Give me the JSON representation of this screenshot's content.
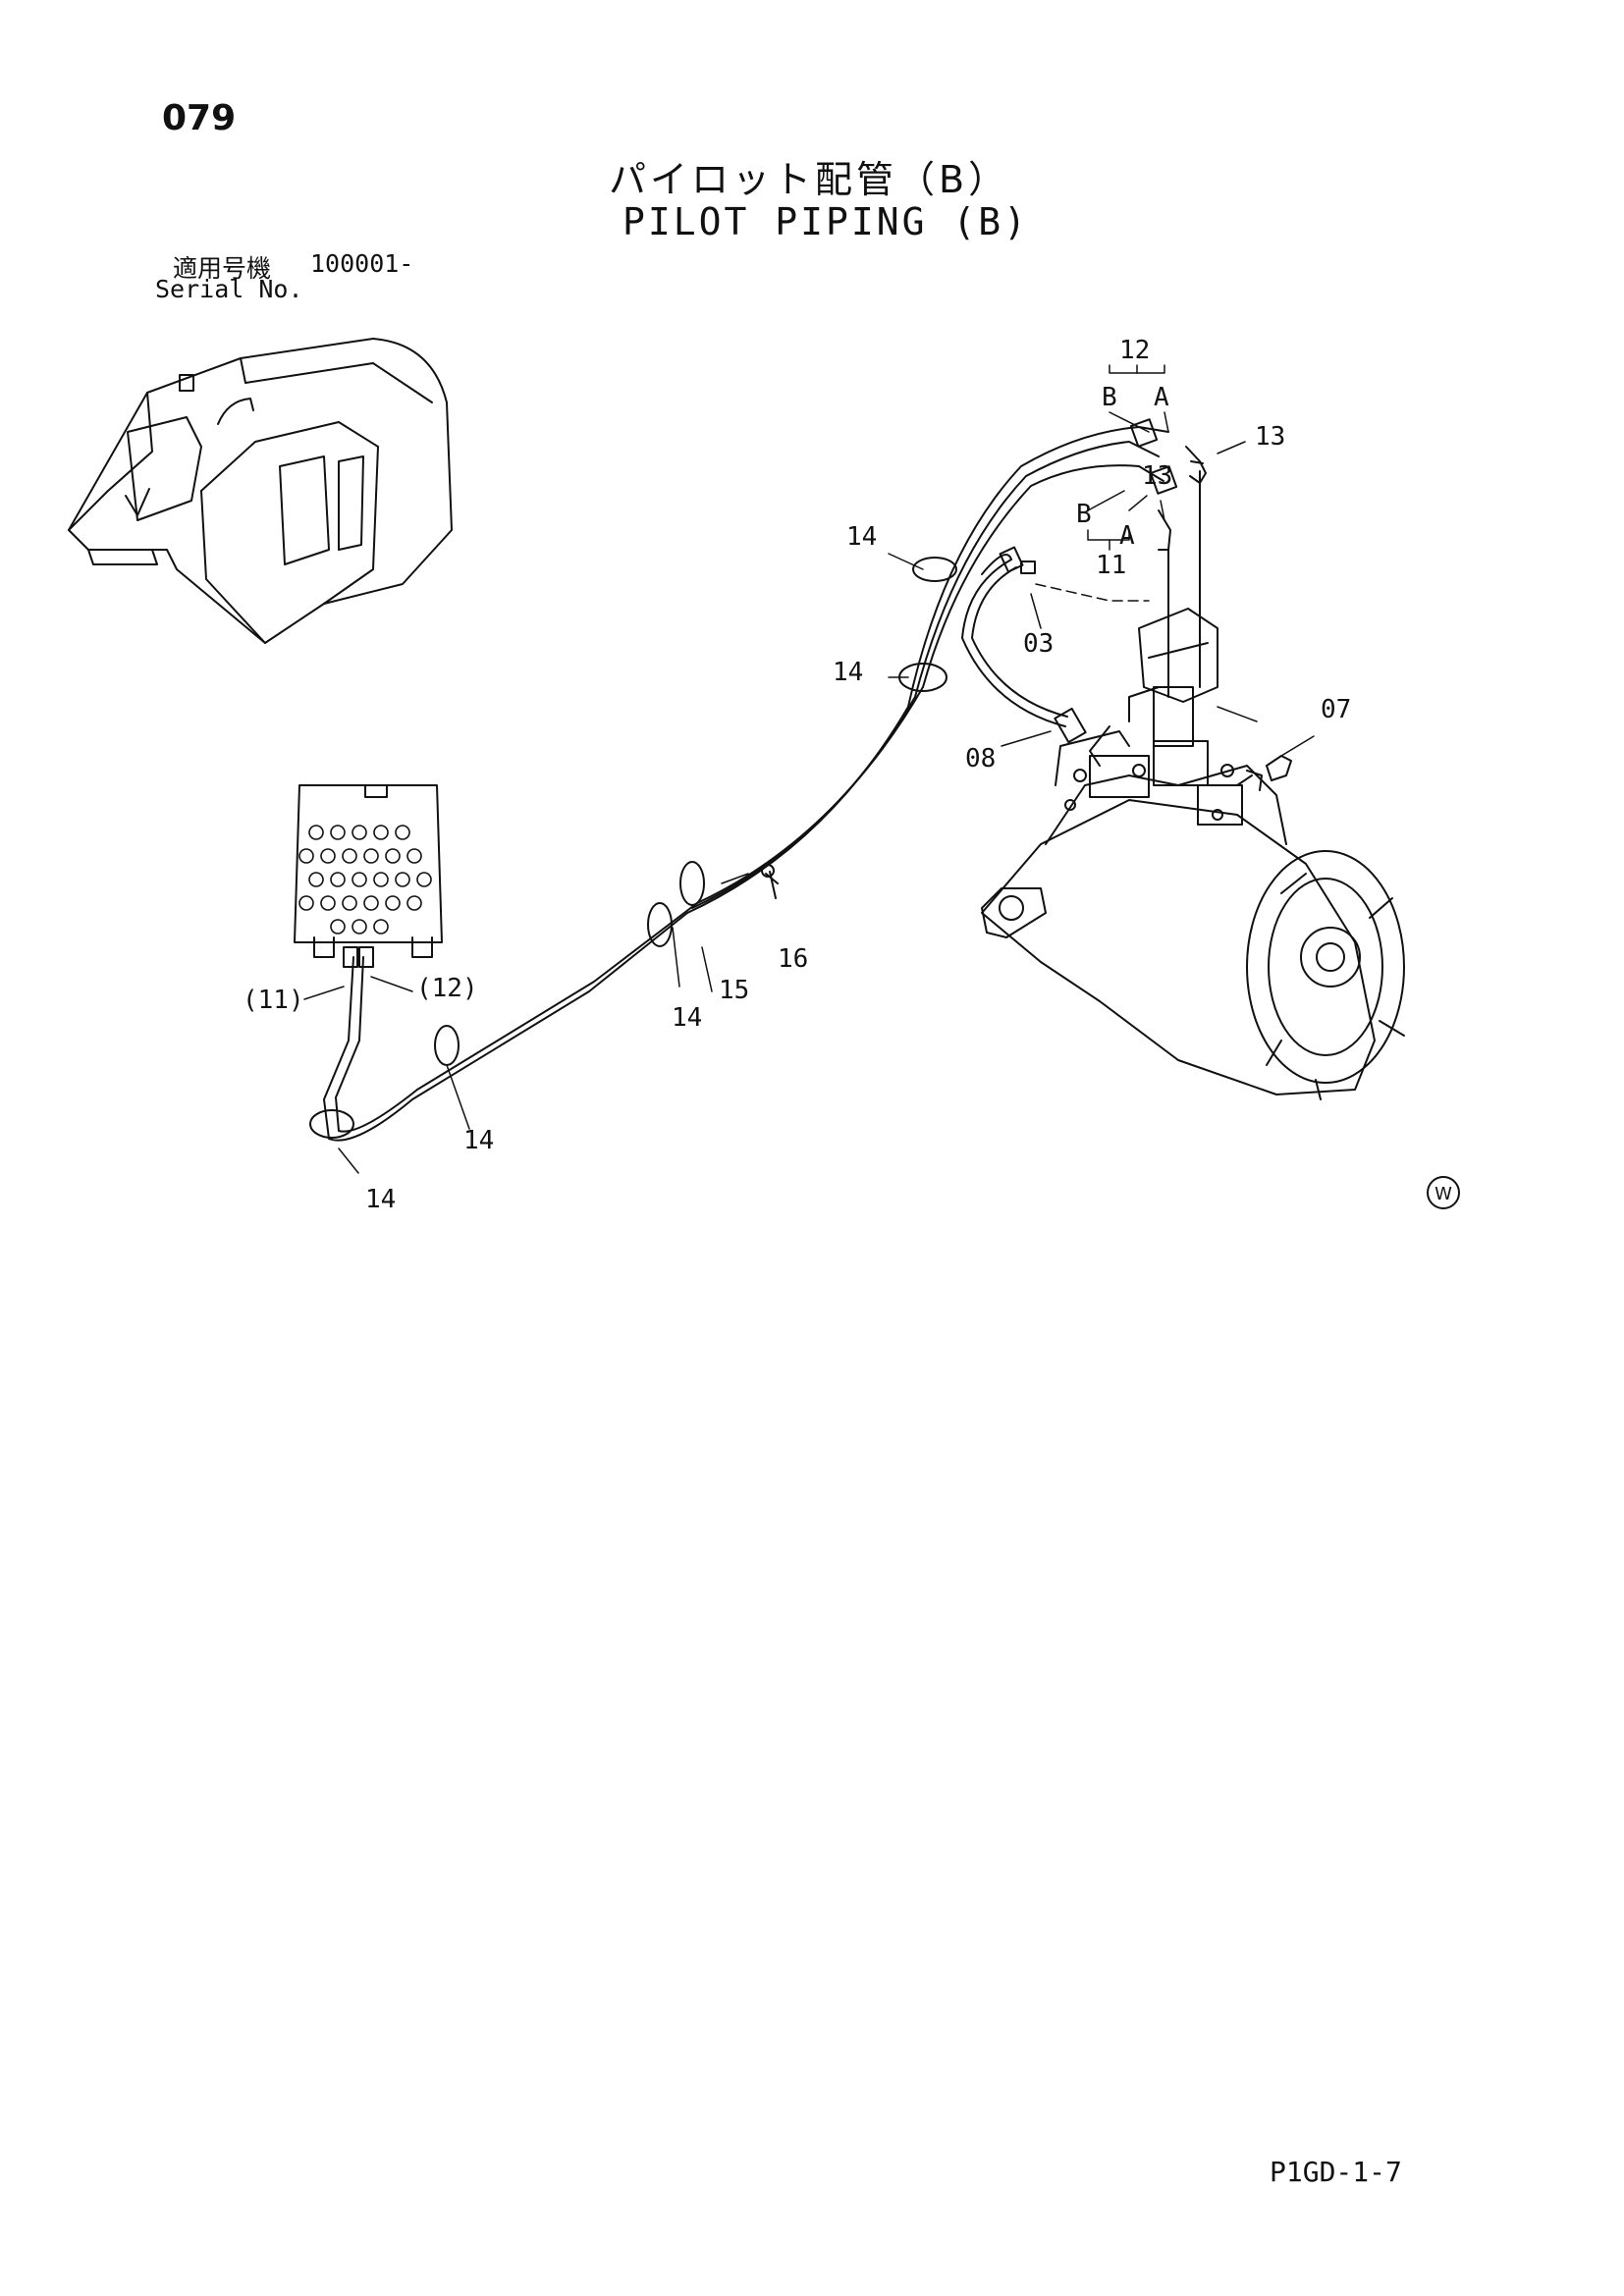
{
  "header": {
    "page_number": "079",
    "title_jp": "パイロット配管（B）",
    "title_en": "PILOT PIPING (B)",
    "serial_label_jp": "適用号機",
    "serial_number": "100001-",
    "serial_label_en": "Serial No."
  },
  "callouts": {
    "c12_top": "12",
    "c12_b": "B",
    "c12_a": "A",
    "c13_right": "13",
    "c13_mid": "13",
    "c11_b": "B",
    "c11_a": "A",
    "c11": "11",
    "c14_a": "14",
    "c14_b": "14",
    "c14_c": "14",
    "c14_d": "14",
    "c14_e": "14",
    "c03": "03",
    "c07": "07",
    "c08": "08",
    "c15": "15",
    "c16": "16",
    "c11_paren": "(11)",
    "c12_paren": "(12)",
    "w_mark": "W"
  },
  "footer": {
    "sheet_code": "P1GD-1-7"
  }
}
